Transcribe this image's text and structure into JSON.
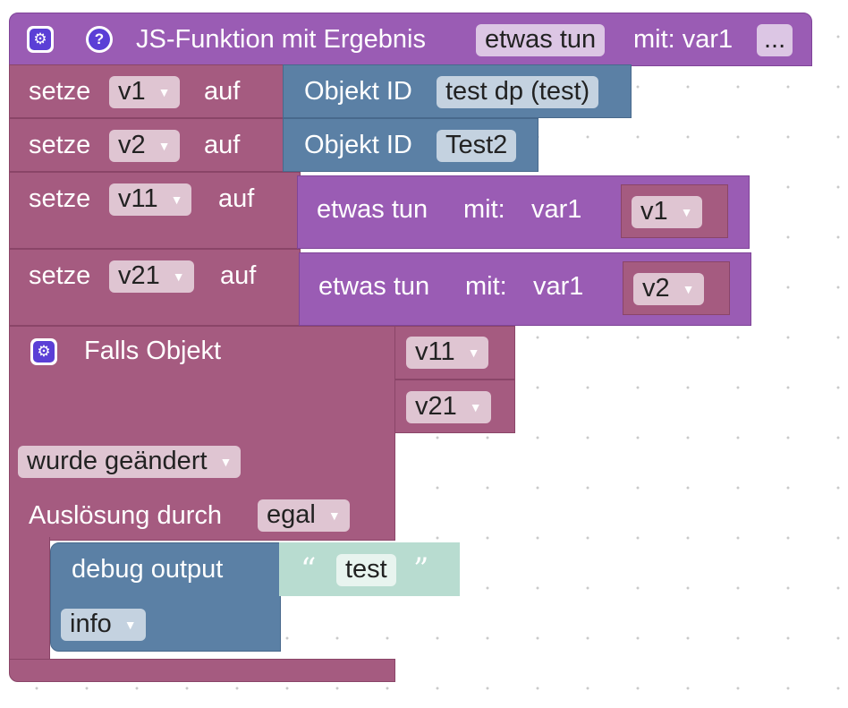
{
  "function_block": {
    "title": "JS-Funktion mit Ergebnis",
    "name": "etwas tun",
    "params_label": "mit: var1",
    "more": "..."
  },
  "set_blocks": [
    {
      "setze": "setze",
      "var": "v1",
      "auf": "auf",
      "value_label": "Objekt ID",
      "value": "test dp (test)"
    },
    {
      "setze": "setze",
      "var": "v2",
      "auf": "auf",
      "value_label": "Objekt ID",
      "value": "Test2"
    },
    {
      "setze": "setze",
      "var": "v11",
      "auf": "auf",
      "call_name": "etwas tun",
      "call_mit": "mit:",
      "call_param": "var1",
      "arg": "v1"
    },
    {
      "setze": "setze",
      "var": "v21",
      "auf": "auf",
      "call_name": "etwas tun",
      "call_mit": "mit:",
      "call_param": "var1",
      "arg": "v2"
    }
  ],
  "trigger_block": {
    "title": "Falls Objekt",
    "objects": [
      "v11",
      "v21"
    ],
    "condition": "wurde geändert",
    "trigger_label": "Auslösung durch",
    "trigger_value": "egal"
  },
  "debug_block": {
    "label": "debug output",
    "string": "test",
    "level": "info"
  },
  "colors": {
    "procedure": "#9a5cb4",
    "variables": "#a55b80",
    "objects": "#5b80a5",
    "text": "#b8dcd0"
  }
}
